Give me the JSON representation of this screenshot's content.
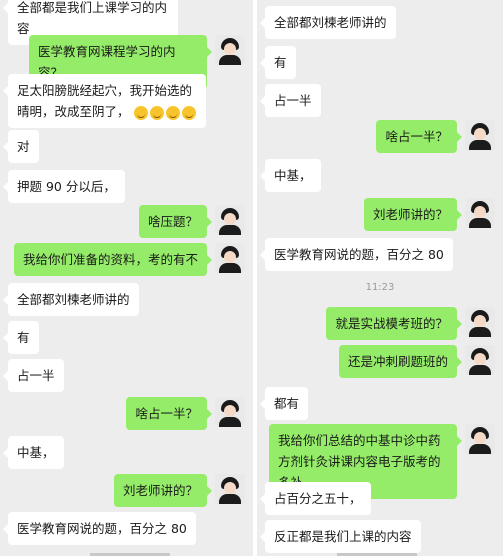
{
  "left_chat": {
    "messages": [
      {
        "dir": "in",
        "text": "全部都是我们上课学习的内容"
      },
      {
        "dir": "out",
        "text": "医学教育网课程学习的内容？"
      },
      {
        "dir": "in",
        "text": "足太阳膀胱经起穴，我开始选的晴明，改成至阴了，",
        "emoji_count": 4
      },
      {
        "dir": "in",
        "text": "对"
      },
      {
        "dir": "in",
        "text": "押题 90 分以后，"
      },
      {
        "dir": "out",
        "text": "啥压题？"
      },
      {
        "dir": "out",
        "text": "我给你们准备的资料，考的有不"
      },
      {
        "dir": "in",
        "text": "全部都刘楝老师讲的"
      },
      {
        "dir": "in",
        "text": "有"
      },
      {
        "dir": "in",
        "text": "占一半"
      },
      {
        "dir": "out",
        "text": "啥占一半？"
      },
      {
        "dir": "in",
        "text": "中基，"
      },
      {
        "dir": "out",
        "text": "刘老师讲的？"
      },
      {
        "dir": "in",
        "text": "医学教育网说的题，百分之 80"
      }
    ]
  },
  "right_chat": {
    "messages": [
      {
        "dir": "in",
        "text": "全部都刘楝老师讲的"
      },
      {
        "dir": "in",
        "text": "有"
      },
      {
        "dir": "in",
        "text": "占一半"
      },
      {
        "dir": "out",
        "text": "啥占一半？"
      },
      {
        "dir": "in",
        "text": "中基，"
      },
      {
        "dir": "out",
        "text": "刘老师讲的？"
      },
      {
        "dir": "in",
        "text": "医学教育网说的题，百分之 80"
      },
      {
        "dir": "time",
        "text": "11:23"
      },
      {
        "dir": "out",
        "text": "就是实战模考班的？"
      },
      {
        "dir": "out",
        "text": "还是冲刺刷题班的"
      },
      {
        "dir": "in",
        "text": "都有"
      },
      {
        "dir": "out",
        "text": "我给你们总结的中基中诊中药方剂针灸讲课内容电子版考的多补"
      },
      {
        "dir": "in",
        "text": "占百分之五十，"
      },
      {
        "dir": "in",
        "text": "反正都是我们上课的内容"
      }
    ]
  }
}
